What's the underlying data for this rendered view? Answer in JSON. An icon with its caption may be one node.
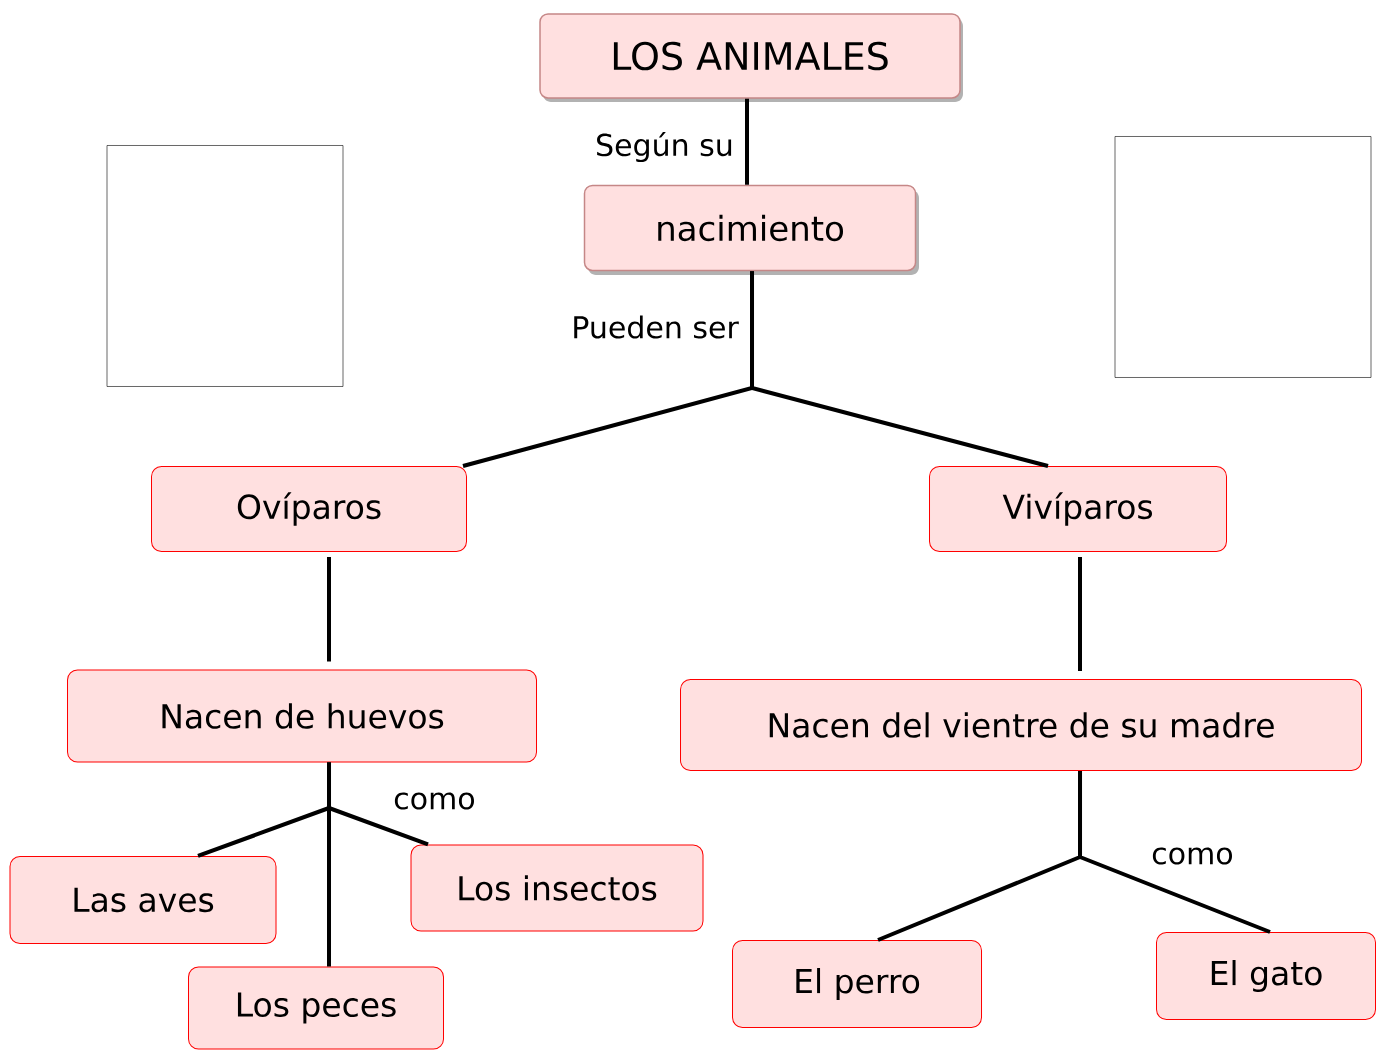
{
  "diagram": {
    "nodes": [
      {
        "text": [
          "LOS ANIMALES"
        ]
      },
      {
        "text": [
          "nacimiento"
        ]
      },
      {
        "text": [
          "Ovíparos"
        ]
      },
      {
        "text": [
          "Vivíparos"
        ]
      },
      {
        "text": [
          "Nacen de huevos"
        ]
      },
      {
        "text": [
          "Nacen del vientre de su madre"
        ]
      },
      {
        "text": [
          "Las aves"
        ]
      },
      {
        "text": [
          "Los peces"
        ]
      },
      {
        "text": [
          "Los insectos"
        ]
      },
      {
        "text": [
          "El perro"
        ]
      },
      {
        "text": [
          "El gato"
        ]
      },
      {
        "text": [],
        "shape": "box"
      },
      {
        "text": [],
        "shape": "box"
      }
    ],
    "edges": [
      {
        "from": 0,
        "to": 1,
        "arrow": "none",
        "label": "Según su"
      },
      {
        "from": 1,
        "to": 2,
        "arrow": "none",
        "label": "Pueden ser"
      },
      {
        "from": 1,
        "to": 3,
        "arrow": "none"
      },
      {
        "from": 2,
        "to": 4,
        "arrow": "none"
      },
      {
        "from": 3,
        "to": 5,
        "arrow": "none"
      },
      {
        "from": 4,
        "to": 6,
        "arrow": "none"
      },
      {
        "from": 4,
        "to": 7,
        "arrow": "none"
      },
      {
        "from": 4,
        "to": 8,
        "arrow": "none",
        "label": "como"
      },
      {
        "from": 5,
        "to": 9,
        "arrow": "none"
      },
      {
        "from": 5,
        "to": 10,
        "arrow": "none",
        "label": "como"
      }
    ]
  }
}
